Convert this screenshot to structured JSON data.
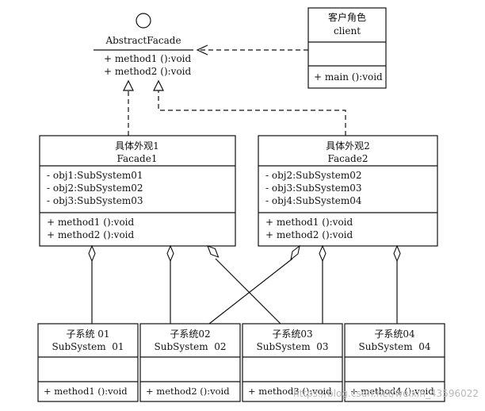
{
  "abstract_facade": {
    "name": "AbstractFacade",
    "methods": [
      "+ method1 ():void",
      "+ method2 ():void"
    ]
  },
  "client": {
    "title_cn": "客户角色",
    "title_en": "client",
    "methods": [
      "+ main ():void"
    ]
  },
  "facade1": {
    "title_cn": "具体外观1",
    "title_en": "Facade1",
    "attributes": [
      "- obj1:SubSystem01",
      "- obj2:SubSystem02",
      "- obj3:SubSystem03"
    ],
    "methods": [
      "+ method1 ():void",
      "+ method2 ():void"
    ]
  },
  "facade2": {
    "title_cn": "具体外观2",
    "title_en": "Facade2",
    "attributes": [
      "- obj2:SubSystem02",
      "- obj3:SubSystem03",
      "- obj4:SubSystem04"
    ],
    "methods": [
      "+ method1 ():void",
      "+ method2 ():void"
    ]
  },
  "subsystems": [
    {
      "title_cn": "子系统 01",
      "title_en": "SubSystem  01",
      "method": "+ method1 ():void"
    },
    {
      "title_cn": "子系统02",
      "title_en": "SubSystem  02",
      "method": "+ method2 ():void"
    },
    {
      "title_cn": "子系统03",
      "title_en": "SubSystem  03",
      "method": "+ method3 ():void"
    },
    {
      "title_cn": "子系统04",
      "title_en": "SubSystem  04",
      "method": "+ method4 ():void"
    }
  ],
  "watermark": "https://blog.csdn.net/weixin_43596022"
}
